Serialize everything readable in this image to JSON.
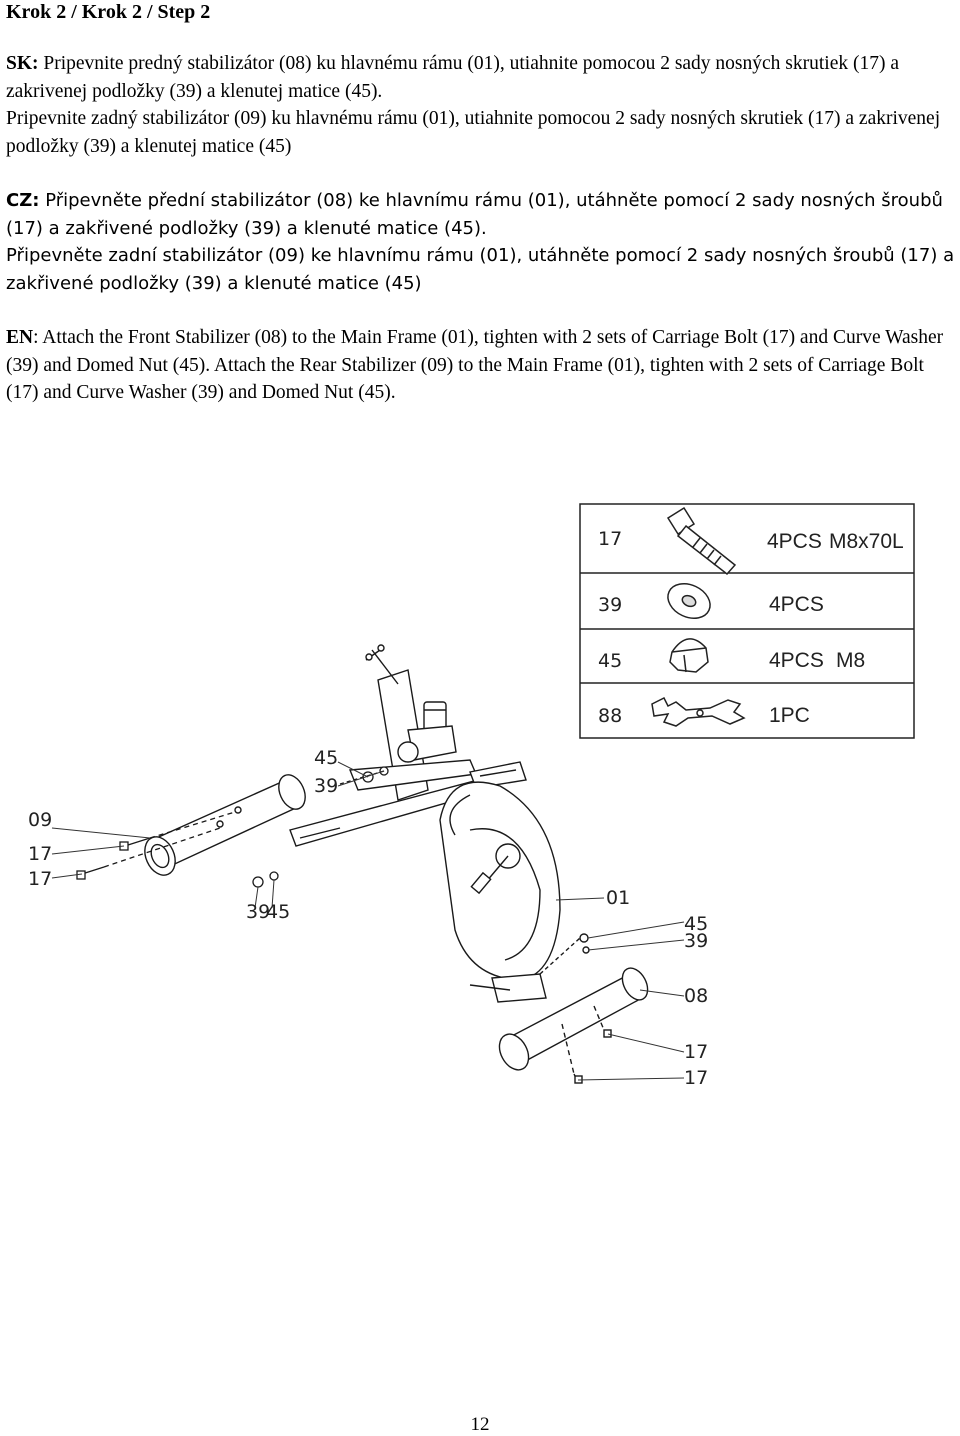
{
  "title": "Krok 2 / Krok 2  / Step 2",
  "sk": {
    "prefix": "SK:",
    "line1": " Pripevnite predný stabilizátor (08) ku hlavnému rámu (01), utiahnite pomocou 2 sady nosných skrutiek (17) a zakrivenej podložky (39) a klenutej matice (45).",
    "line2": "Pripevnite zadný stabilizátor (09) ku hlavnému rámu (01), utiahnite pomocou 2 sady nosných skrutiek (17) a zakrivenej podložky (39) a klenutej matice (45)"
  },
  "cz": {
    "prefix": "CZ:",
    "line1": " Připevněte přední stabilizátor (08) ke hlavnímu rámu (01), utáhněte pomocí 2 sady nosných šroubů (17) a zakřivené podložky (39) a klenuté matice (45).",
    "line2": "Připevněte zadní stabilizátor (09) ke hlavnímu rámu (01), utáhněte pomocí 2 sady nosných šroubů (17) a zakřivené podložky (39) a klenuté matice (45)"
  },
  "en": {
    "prefix": "EN",
    "text": ": Attach the Front Stabilizer (08) to the Main Frame (01), tighten with 2 sets of Carriage Bolt (17) and Curve Washer (39) and Domed Nut (45). Attach the Rear Stabilizer (09) to the Main Frame (01), tighten with 2 sets of Carriage Bolt (17) and Curve Washer (39) and Domed Nut (45)."
  },
  "parts_table": [
    {
      "part": "17",
      "qty": "4PCS",
      "size": "M8x70L",
      "icon": "carriage-bolt-icon"
    },
    {
      "part": "39",
      "qty": "4PCS",
      "size": "",
      "icon": "curve-washer-icon"
    },
    {
      "part": "45",
      "qty": "4PCS",
      "size": "M8",
      "icon": "domed-nut-icon"
    },
    {
      "part": "88",
      "qty": "1PC",
      "size": "",
      "icon": "wrench-icon"
    }
  ],
  "callouts": {
    "rear_stabilizer": "09",
    "rear_bolt_a": "17",
    "rear_bolt_b": "17",
    "rear_washer_top": "39",
    "rear_nut_top": "45",
    "rear_washer_bottom": "39",
    "rear_nut_bottom": "45",
    "main_frame": "01",
    "front_nut": "45",
    "front_washer": "39",
    "front_stabilizer": "08",
    "front_bolt_a": "17",
    "front_bolt_b": "17"
  },
  "page_number": "12"
}
